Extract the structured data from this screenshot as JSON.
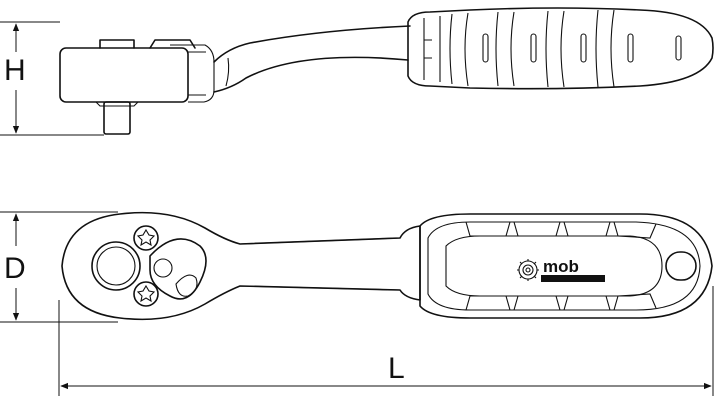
{
  "dimensions": {
    "height_label": "H",
    "depth_label": "D",
    "length_label": "L"
  },
  "brand": {
    "logo_text": "mob"
  },
  "colors": {
    "line": "#111111",
    "background": "#ffffff"
  }
}
